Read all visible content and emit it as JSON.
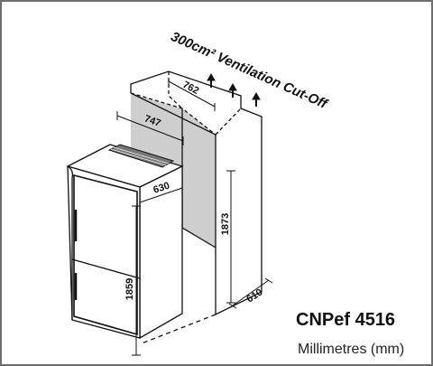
{
  "diagram": {
    "ventilation_label": "300cm² Ventilation Cut-Off",
    "model": "CNPef 4516",
    "units": "Millimetres (mm)",
    "dimensions": {
      "niche_depth": "762",
      "niche_width": "747",
      "appliance_depth": "630",
      "niche_height": "1873",
      "appliance_height": "1859",
      "side_depth": "610"
    },
    "colors": {
      "cavity_shade": "#cfcfcf",
      "outline": "#111111",
      "frame_border": "#6f6f6f"
    }
  }
}
